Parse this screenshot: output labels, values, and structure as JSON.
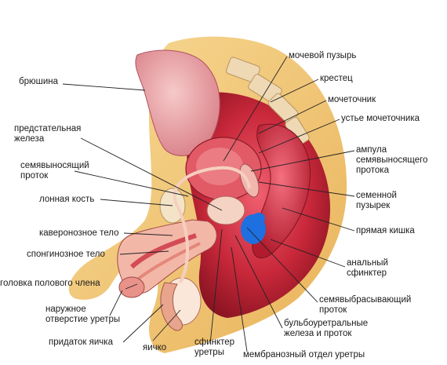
{
  "labels": {
    "bladder": "мочевой пузырь",
    "sacrum": "крестец",
    "ureter": "мочеточник",
    "ureter_orifice": "устье мочеточника",
    "ampulla": "ампула\nсемявыносящего\nпротока",
    "seminal_vesicle": "семенной\nпузырек",
    "rectum": "прямая кишка",
    "anal_sphincter": "анальный\nсфинктер",
    "ejaculatory_duct": "семявыбрасывающий\nпроток",
    "bulbourethral": "бульбоуретральные\nжелеза и проток",
    "membranous_urethra": "мембранозный отдел уретры",
    "urethral_sphincter": "сфинктер\nуретры",
    "testis": "яичко",
    "epididymis": "придаток яичка",
    "external_urethral_orifice": "наружное\nотверстие уретры",
    "glans": "головка полового члена",
    "spongiosum": "спонгинозное тело",
    "cavernosum": "каверонозное тело",
    "pubic_bone": "лонная кость",
    "vas_deferens": "семявыносящий\nпроток",
    "prostate": "предстательная\nжелеза",
    "peritoneum": "брюшина"
  },
  "colors": {
    "background": "#ffffff",
    "tissue_red": "#c8283a",
    "tissue_pink": "#e8a0a6",
    "fat_yellow": "#f2c87a",
    "bone_cream": "#efd9b4",
    "marker_blue": "#1e6fe0"
  }
}
